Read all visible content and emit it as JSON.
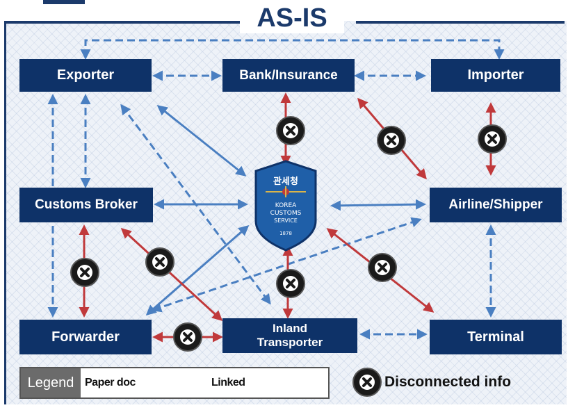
{
  "title": "AS-IS",
  "nodes": {
    "exporter": "Exporter",
    "bank": "Bank/Insurance",
    "importer": "Importer",
    "customs_broker": "Customs Broker",
    "airline": "Airline/Shipper",
    "forwarder": "Forwarder",
    "inland_line1": "Inland",
    "inland_line2": "Transporter",
    "terminal": "Terminal"
  },
  "logo": {
    "korean": "관세청",
    "line1": "KOREA",
    "line2": "CUSTOMS",
    "line3": "SERVICE",
    "year": "1878"
  },
  "legend": {
    "tag": "Legend",
    "paper_doc": "Paper doc",
    "linked": "Linked",
    "disconnected": "Disconnected info"
  },
  "colors": {
    "node_bg": "#0e3268",
    "paper_link": "#4a7fc1",
    "linked": "#4a7fc1",
    "disconnected_link": "#c0393b",
    "badge": "#1a1a1a"
  }
}
